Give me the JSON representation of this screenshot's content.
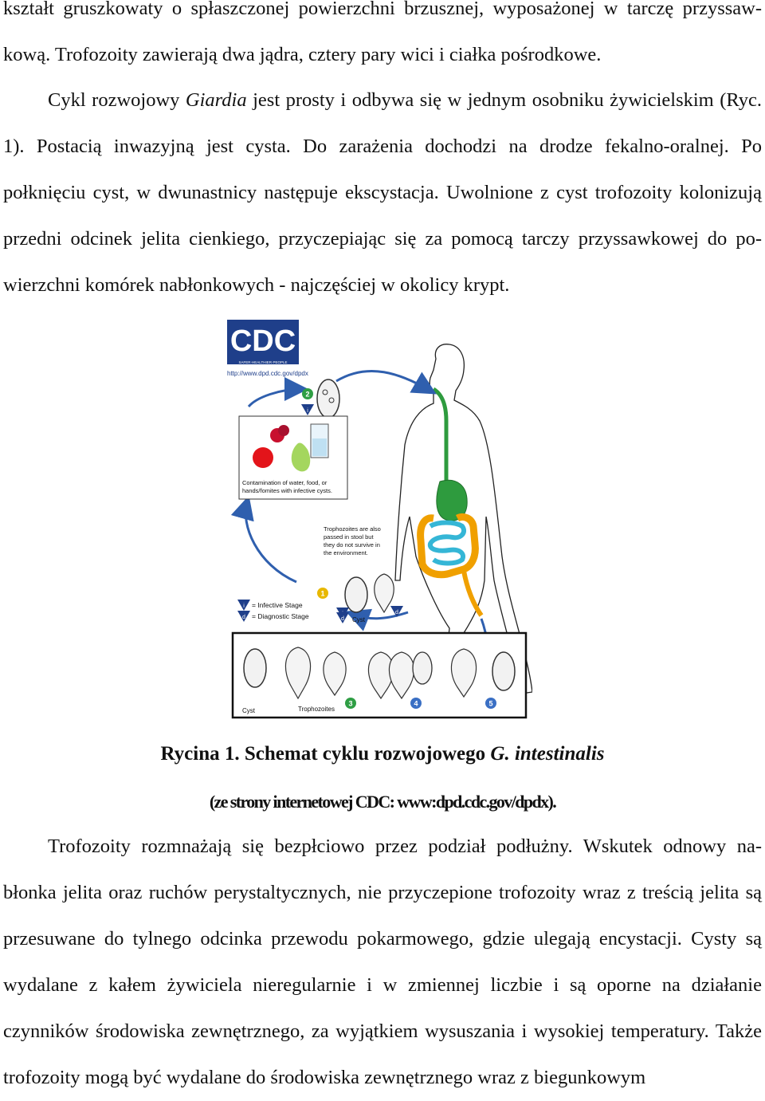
{
  "top_paragraph": {
    "line1": "kształt gruszkowaty o spłaszczonej powierzchni brzusznej, wyposażonej w tarczę przyssaw-",
    "line2": "kową. Trofozoity zawierają dwa jądra, cztery pary wici i ciałka pośrodkowe."
  },
  "second_paragraph": {
    "part1": "Cykl rozwojowy ",
    "italic": "Giardia",
    "part2": " jest prosty i odbywa się w jednym osobniku żywicielskim (Ryc. 1). Postacią inwazyjną jest cysta. Do zarażenia dochodzi na drodze fekalno-oralnej. Po połknięciu cyst, w dwunastnicy następuje ekscystacja. Uwolnione z cyst trofozoity kolonizują przedni odcinek jelita cienkiego, przyczepiając się za pomocą tarczy przyssawkowej do po-wierzchni komórek nabłonkowych - najczęściej w okolicy krypt."
  },
  "figure": {
    "logo_text": "CDC",
    "logo_tagline": "SAFER·HEALTHIER·PEOPLE",
    "logo_url": "http://www.dpd.cdc.gov/dpdx",
    "contamination_line1": "Contamination of water, food, or",
    "contamination_line2": "hands/fomites with infective cysts.",
    "troph_note_line1": "Trophozoites are also",
    "troph_note_line2": "passed in stool but",
    "troph_note_line3": "they do not survive in",
    "troph_note_line4": "the environment.",
    "legend_infective_letter": "i",
    "legend_infective": "= Infective Stage",
    "legend_diagnostic_letter": "d",
    "legend_diagnostic": "= Diagnostic Stage",
    "cyst_label": "Cyst",
    "box_cyst_label": "Cyst",
    "box_troph_label": "Trophozoites",
    "step1": "1",
    "step2": "2",
    "step3": "3",
    "step4": "4",
    "step5": "5",
    "letter_i": "i",
    "letter_d": "d",
    "colors": {
      "logo_blue": "#1f3f8a",
      "step_green": "#2f9e44",
      "step_blue": "#3a6fc4",
      "step_yellow": "#e8b800",
      "stomach_green": "#2e9b3e",
      "intestine_cyan": "#35b6d6",
      "colon_orange": "#f0a000",
      "arrow_blue": "#2f5fae"
    }
  },
  "caption": {
    "prefix": "Rycina 1. Schemat cyklu rozwojowego ",
    "italic": "G. intestinalis",
    "source": "(ze strony internetowej CDC: www:dpd.cdc.gov/dpdx)."
  },
  "bottom_paragraph": {
    "text": "Trofozoity rozmnażają się bezpłciowo przez podział podłużny. Wskutek odnowy na-błonka jelita oraz ruchów perystaltycznych, nie przyczepione trofozoity wraz z treścią jelita są przesuwane do tylnego odcinka przewodu pokarmowego, gdzie ulegają encystacji. Cysty są wydalane z kałem żywiciela nieregularnie i w zmiennej liczbie i są oporne na działanie czynników środowiska zewnętrznego, za wyjątkiem wysuszania i wysokiej temperatury. Także trofozoity mogą być wydalane do środowiska zewnętrznego wraz z biegunkowym"
  }
}
